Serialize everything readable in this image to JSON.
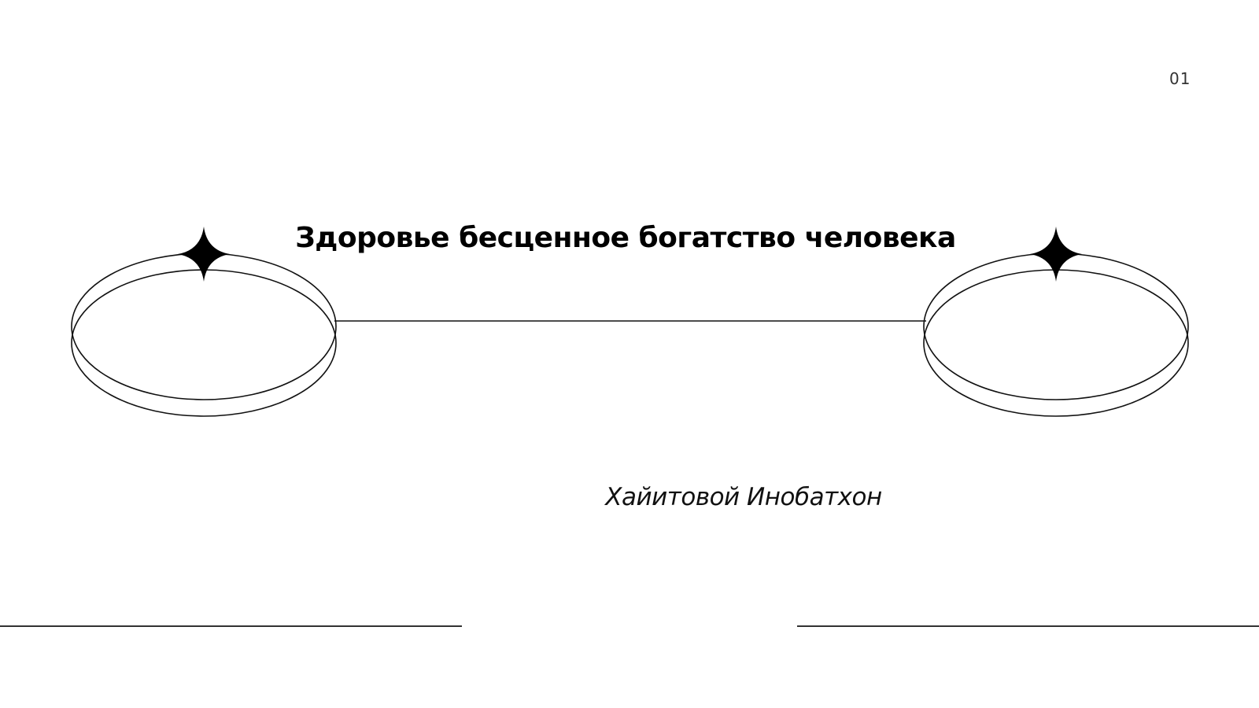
{
  "slide": {
    "page_number": "01",
    "title": "Здоровье бесценное богатство человека",
    "author": "Хайитовой Инобатхон"
  },
  "decorations": {
    "left_ring_icon": "orbit-ring-with-sparkle",
    "right_ring_icon": "orbit-ring-with-sparkle",
    "connector": "horizontal-line",
    "stroke_color": "#111111"
  }
}
